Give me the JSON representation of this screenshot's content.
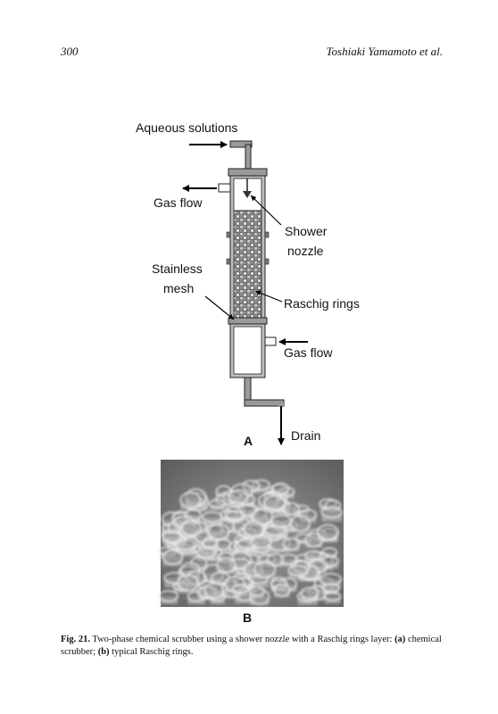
{
  "header": {
    "page_number": "300",
    "running_head": "Toshiaki Yamamoto et al."
  },
  "figure_a": {
    "panel_label": "A",
    "labels": {
      "aqueous": "Aqueous solutions",
      "gas_flow_out": "Gas flow",
      "shower": "Shower",
      "nozzle": "nozzle",
      "stainless": "Stainless",
      "mesh": "mesh",
      "raschig": "Raschig rings",
      "gas_flow_in": "Gas flow",
      "drain": "Drain"
    }
  },
  "figure_b": {
    "panel_label": "B"
  },
  "caption": {
    "fig_label": "Fig. 21.",
    "text1": "Two-phase chemical scrubber using a shower nozzle with a Raschig rings layer:",
    "a_label": "(a)",
    "text2": "chemical scrubber;",
    "b_label": "(b)",
    "text3": "typical Raschig rings."
  },
  "colors": {
    "column_fill": "#bdbdbd",
    "pipe_fill": "#9a9a9a",
    "photo_bg": "#8a8a8a"
  }
}
